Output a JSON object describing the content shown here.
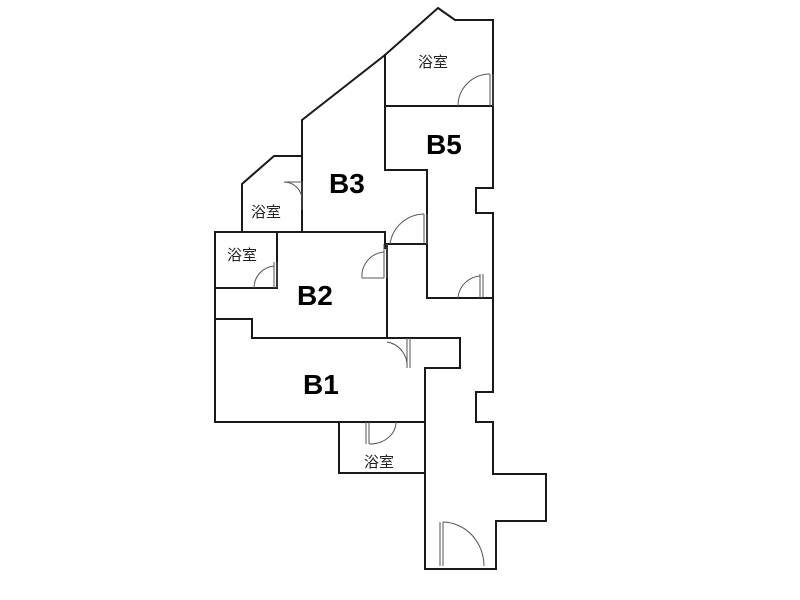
{
  "rooms": {
    "b1": "B1",
    "b2": "B2",
    "b3": "B3",
    "b5": "B5",
    "bath_top": "浴室",
    "bath_left_upper": "浴室",
    "bath_left_lower": "浴室",
    "bath_bottom": "浴室"
  }
}
